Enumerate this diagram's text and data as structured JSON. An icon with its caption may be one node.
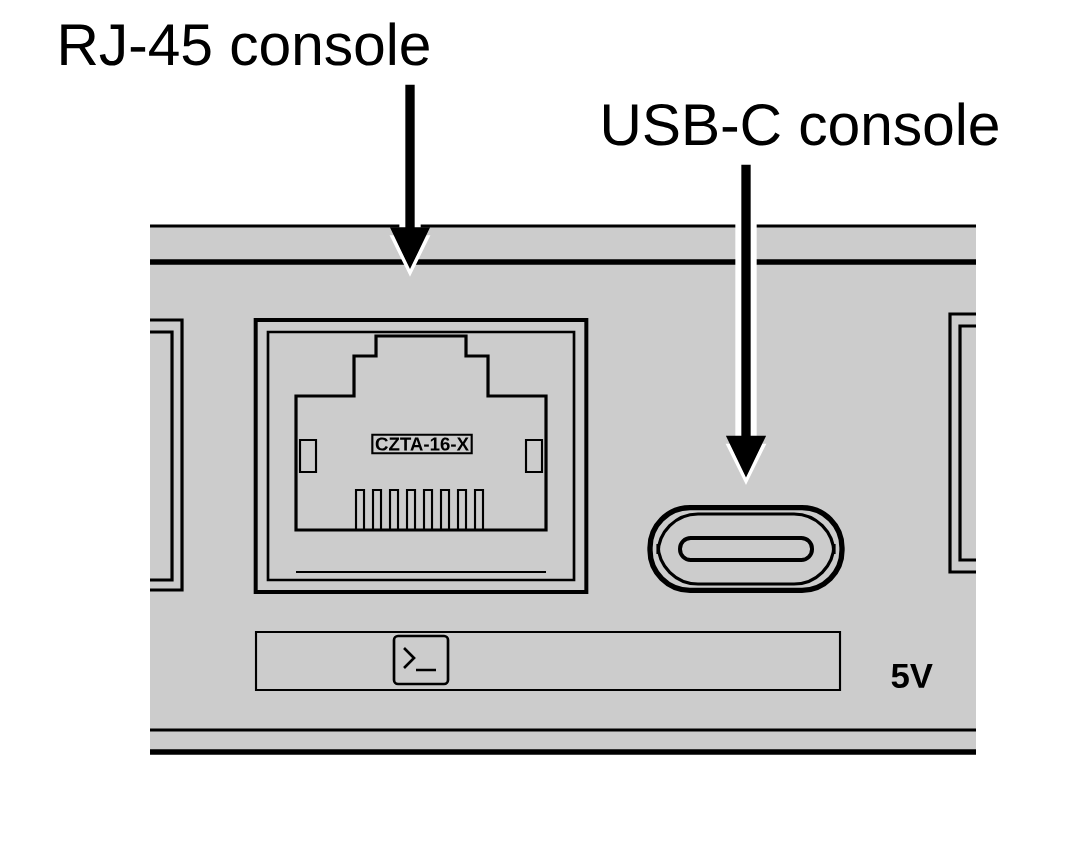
{
  "diagram": {
    "nodes": [
      {
        "text": [
          "RJ-45 console"
        ]
      },
      {
        "text": [
          "USB-C console"
        ]
      },
      {
        "text": [],
        "shape": "box"
      },
      {
        "text": [],
        "shape": "box"
      }
    ],
    "edges": [
      {
        "from": 0,
        "to": 2,
        "arrow": "to"
      },
      {
        "from": 1,
        "to": 3,
        "arrow": "to"
      }
    ],
    "labels": [
      "CZTA-16-X",
      "5V"
    ]
  }
}
